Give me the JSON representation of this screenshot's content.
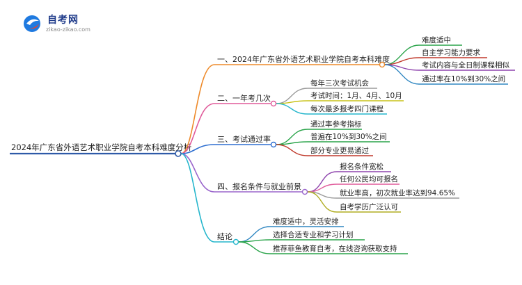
{
  "logo": {
    "title": "自考网",
    "subtitle": "zikao-zikao.com"
  },
  "root": {
    "label": "2024年广东省外语艺术职业学院自考本科难度分析"
  },
  "branches": [
    {
      "label": "一、2024年广东省外语艺术职业学院自考本科难度",
      "color": "#ee8a2a",
      "children": [
        "难度适中",
        "自主学习能力要求",
        "考试内容与全日制课程相似",
        "通过率在10%到30%之间"
      ],
      "child_colors": [
        "#2aa44a",
        "#c0392b",
        "#8e44ad",
        "#2e86c1"
      ]
    },
    {
      "label": "二、一年考几次",
      "color": "#e05a9a",
      "children": [
        "每年三次考试机会",
        "考试时间：1月、4月、10月",
        "每次最多报考四门课程"
      ],
      "child_colors": [
        "#9a9a9a",
        "#c9c218",
        "#25b6cc"
      ]
    },
    {
      "label": "三、考试通过率",
      "color": "#2e6fd1",
      "children": [
        "通过率参考指标",
        "普遍在10%到30%之间",
        "部分专业更易通过"
      ],
      "child_colors": [
        "#2aa44a",
        "#2aa44a",
        "#c0392b"
      ]
    },
    {
      "label": "四、报名条件与就业前景",
      "color": "#9a66cc",
      "children": [
        "报名条件宽松",
        "任何公民均可报名",
        "就业率高，初次就业率达到94.65%",
        "自考学历广泛认可"
      ],
      "child_colors": [
        "#8e44ad",
        "#e05a9a",
        "#9a9a9a",
        "#b0ad22"
      ]
    },
    {
      "label": "结论",
      "color": "#25b6cc",
      "children": [
        "难度适中，灵活安排",
        "选择合适专业和学习计划",
        "推荐菲鱼教育自考，在线咨询获取支持"
      ],
      "child_colors": [
        "#2e86c1",
        "#2aa44a",
        "#2aa44a"
      ]
    }
  ],
  "colors": {
    "root_line": "#2e5aa8",
    "node_circle_fill": "#ffffff"
  }
}
